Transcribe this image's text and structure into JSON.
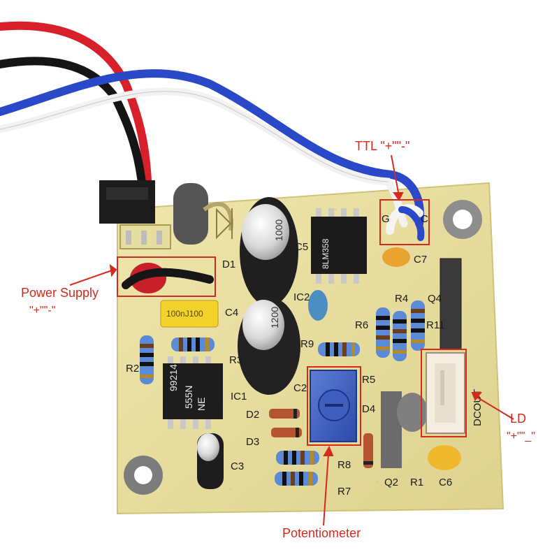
{
  "labels": {
    "ttl": {
      "title": "TTL \"+\"\"-\""
    },
    "power": {
      "title": "Power Supply",
      "sub": "\"+\"\"-\""
    },
    "ld": {
      "title": "LD",
      "sub": "\"+\"\"_\""
    },
    "pot": {
      "title": "Potentiometer"
    }
  },
  "silkscreen": {
    "d1": "D1",
    "c5": "C5",
    "c7": "C7",
    "c4": "C4",
    "ic2": "IC2",
    "r4": "R4",
    "q4": "Q4",
    "r6": "R6",
    "r11": "R11",
    "r9": "R9",
    "r2": "R2",
    "r3": "R3",
    "ic1": "IC1",
    "c2": "C2",
    "r5": "R5",
    "d2": "D2",
    "d3": "D3",
    "d4": "D4",
    "c3": "C3",
    "r8": "R8",
    "r7": "R7",
    "q2": "Q2",
    "r1": "R1",
    "c6": "C6",
    "dcout": "DCOUT",
    "g": "G",
    "c": "C"
  },
  "markings": {
    "ic1_line1": "99214",
    "ic1_line2": "555N",
    "ic1_line3": "NE",
    "ic2_line1": "8LM358",
    "cap_yellow": "100nJ100",
    "cap_c4": "1200",
    "cap_c5": "1000"
  },
  "colors": {
    "annotation": "#d42a1e",
    "pcb": "#e8dfa0",
    "wire_red": "#d8202a",
    "wire_black": "#151515",
    "wire_blue": "#2a49c8",
    "wire_white": "#f2f2f2"
  }
}
